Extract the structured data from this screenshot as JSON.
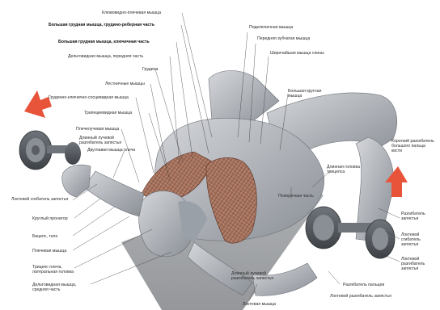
{
  "colors": {
    "background": "#ffffff",
    "figure_fill": "#b9bcc1",
    "figure_shade": "#7f848b",
    "muscle_highlight": "#b07a64",
    "muscle_stripe": "#6e3e30",
    "arrow": "#e8543a",
    "leader_line": "#3a3a3a"
  },
  "labels": {
    "top_1": "Клювовидно-плечевая мышца",
    "top_2": "Большая грудная мышца, грудино-реберная часть",
    "top_3": "Большая грудная мышца, ключичная часть",
    "top_4": "Дельтовидная мышца, передняя часть",
    "top_5": "Грудина",
    "top_6": "Лестничные мышцы",
    "top_7": "Грудинно-ключично-сосцевидная мышца",
    "top_8": "Трапециевидная мышца",
    "left_1": "Плечелучевая мышца",
    "left_2": "Длинный лучевой разгибатель запястья",
    "left_3": "Двуглавая мышца плеча",
    "left_4": "Плечевая мышца",
    "left_5": "Локтевой сгибатель запястья",
    "left_6": "Круглый пронатор",
    "left_7": "Бицепс, тело",
    "left_8": "Плечевая мышца",
    "left_9": "Трицепс плеча, латеральная головка",
    "left_10": "Дельтовидная мышца, средняя часть",
    "tr_1": "Подключичная мышца",
    "tr_2": "Передняя зубчатая мышца",
    "tr_3": "Широчайшая мышца спины",
    "tr_4": "Большая круглая мышца",
    "mid_1": "Длинная головка трицепса",
    "mid_2": "Поперечная часть",
    "right_1": "Короткий разгибатель большого пальца кисти",
    "right_2": "Разгибатель запястья",
    "right_3": "Локтевой сгибатель запястья",
    "right_4": "Локтевой разгибатель запястья",
    "bot_1": "Длинный лучевой разгибатель запястья",
    "bot_2": "Разгибатель пальцев",
    "bot_3": "Локтевой разгибатель запястья",
    "bot_4": "Локтевая мышца"
  }
}
